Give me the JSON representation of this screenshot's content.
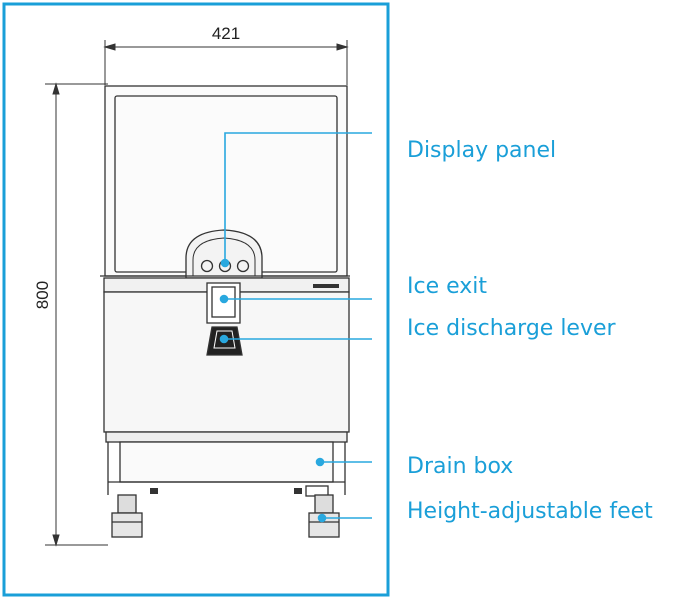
{
  "diagram": {
    "dimensions": {
      "width": "421",
      "height": "800"
    },
    "callouts": [
      {
        "id": "display-panel",
        "label": "Display panel"
      },
      {
        "id": "ice-exit",
        "label": "Ice exit"
      },
      {
        "id": "ice-discharge-lever",
        "label": "Ice discharge lever"
      },
      {
        "id": "drain-box",
        "label": "Drain box"
      },
      {
        "id": "height-adjustable-feet",
        "label": "Height-adjustable feet"
      }
    ]
  },
  "colors": {
    "frame": "#1a9fd8",
    "leader": "#29a8df",
    "label": "#1a9fd8",
    "line": "#333333"
  }
}
